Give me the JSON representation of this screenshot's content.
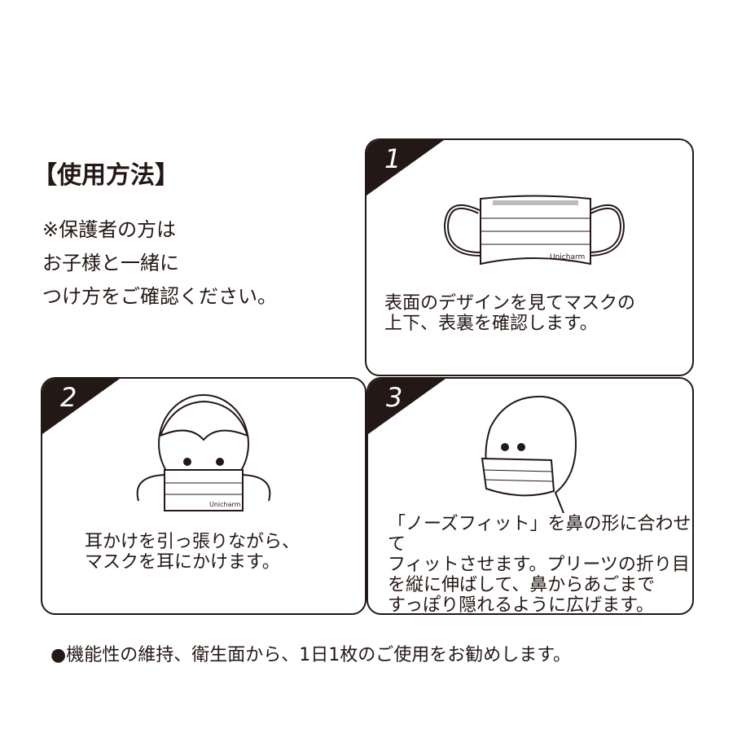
{
  "title": "【使用方法】",
  "note_lines": [
    "※保護者の方は",
    "お子様と一緒に",
    "つけ方をご確認ください。"
  ],
  "steps": [
    {
      "number": "1",
      "lines": [
        "表面のデザインを見てマスクの",
        "上下、表裏を確認します。"
      ]
    },
    {
      "number": "2",
      "lines": [
        "耳かけを引っ張りながら、",
        "マスクを耳にかけます。"
      ]
    },
    {
      "number": "3",
      "lines": [
        "「ノーズフィット」を鼻の形に合わせて",
        "フィットさせます。プリーツの折り目",
        "を縦に伸ばして、鼻からあごまで",
        "すっぽり隠れるように広げます。"
      ]
    }
  ],
  "brand": "Unicharm",
  "footer": "●機能性の維持、衛生面から、1日1枚のご使用をお勧めします。"
}
